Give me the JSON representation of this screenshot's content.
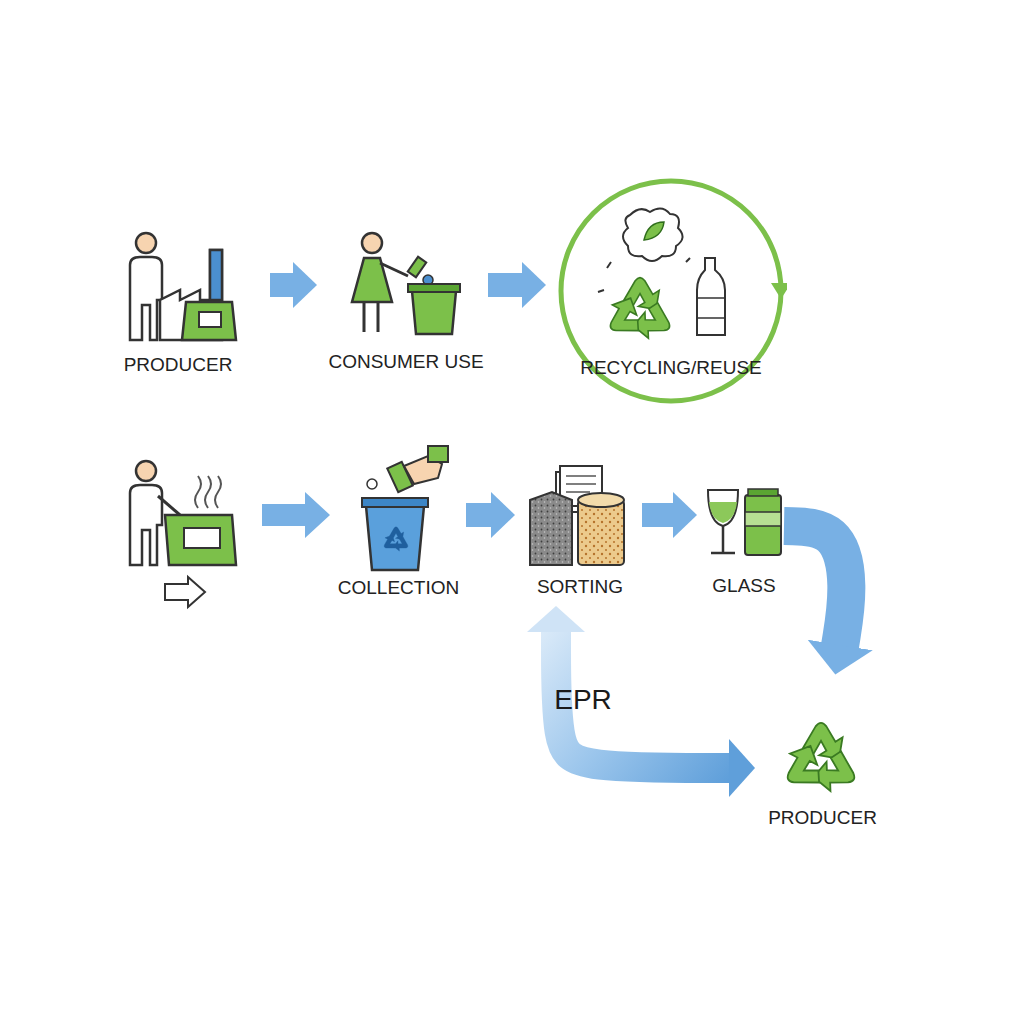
{
  "diagram": {
    "nodes": [
      {
        "text": [
          "PRODUCER"
        ]
      },
      {
        "text": [
          "CONSUMER USE"
        ]
      },
      {
        "text": [
          "RECYCLING/REUSE"
        ]
      },
      {
        "text": [
          "COLLECTION"
        ]
      },
      {
        "text": [
          "SORTING"
        ]
      },
      {
        "text": [
          "GLASS"
        ]
      },
      {
        "text": [
          "PRODUCER"
        ]
      }
    ],
    "edges": [
      {
        "from": 0,
        "to": 1,
        "arrow": "to"
      },
      {
        "from": 1,
        "to": 2,
        "arrow": "to"
      },
      {
        "from": 3,
        "to": 4,
        "arrow": "to"
      },
      {
        "from": 4,
        "to": 5,
        "arrow": "to"
      },
      {
        "from": 5,
        "to": 6,
        "arrow": "to"
      },
      {
        "from": 4,
        "to": 6,
        "label": "EPR",
        "arrow": "both"
      }
    ]
  }
}
